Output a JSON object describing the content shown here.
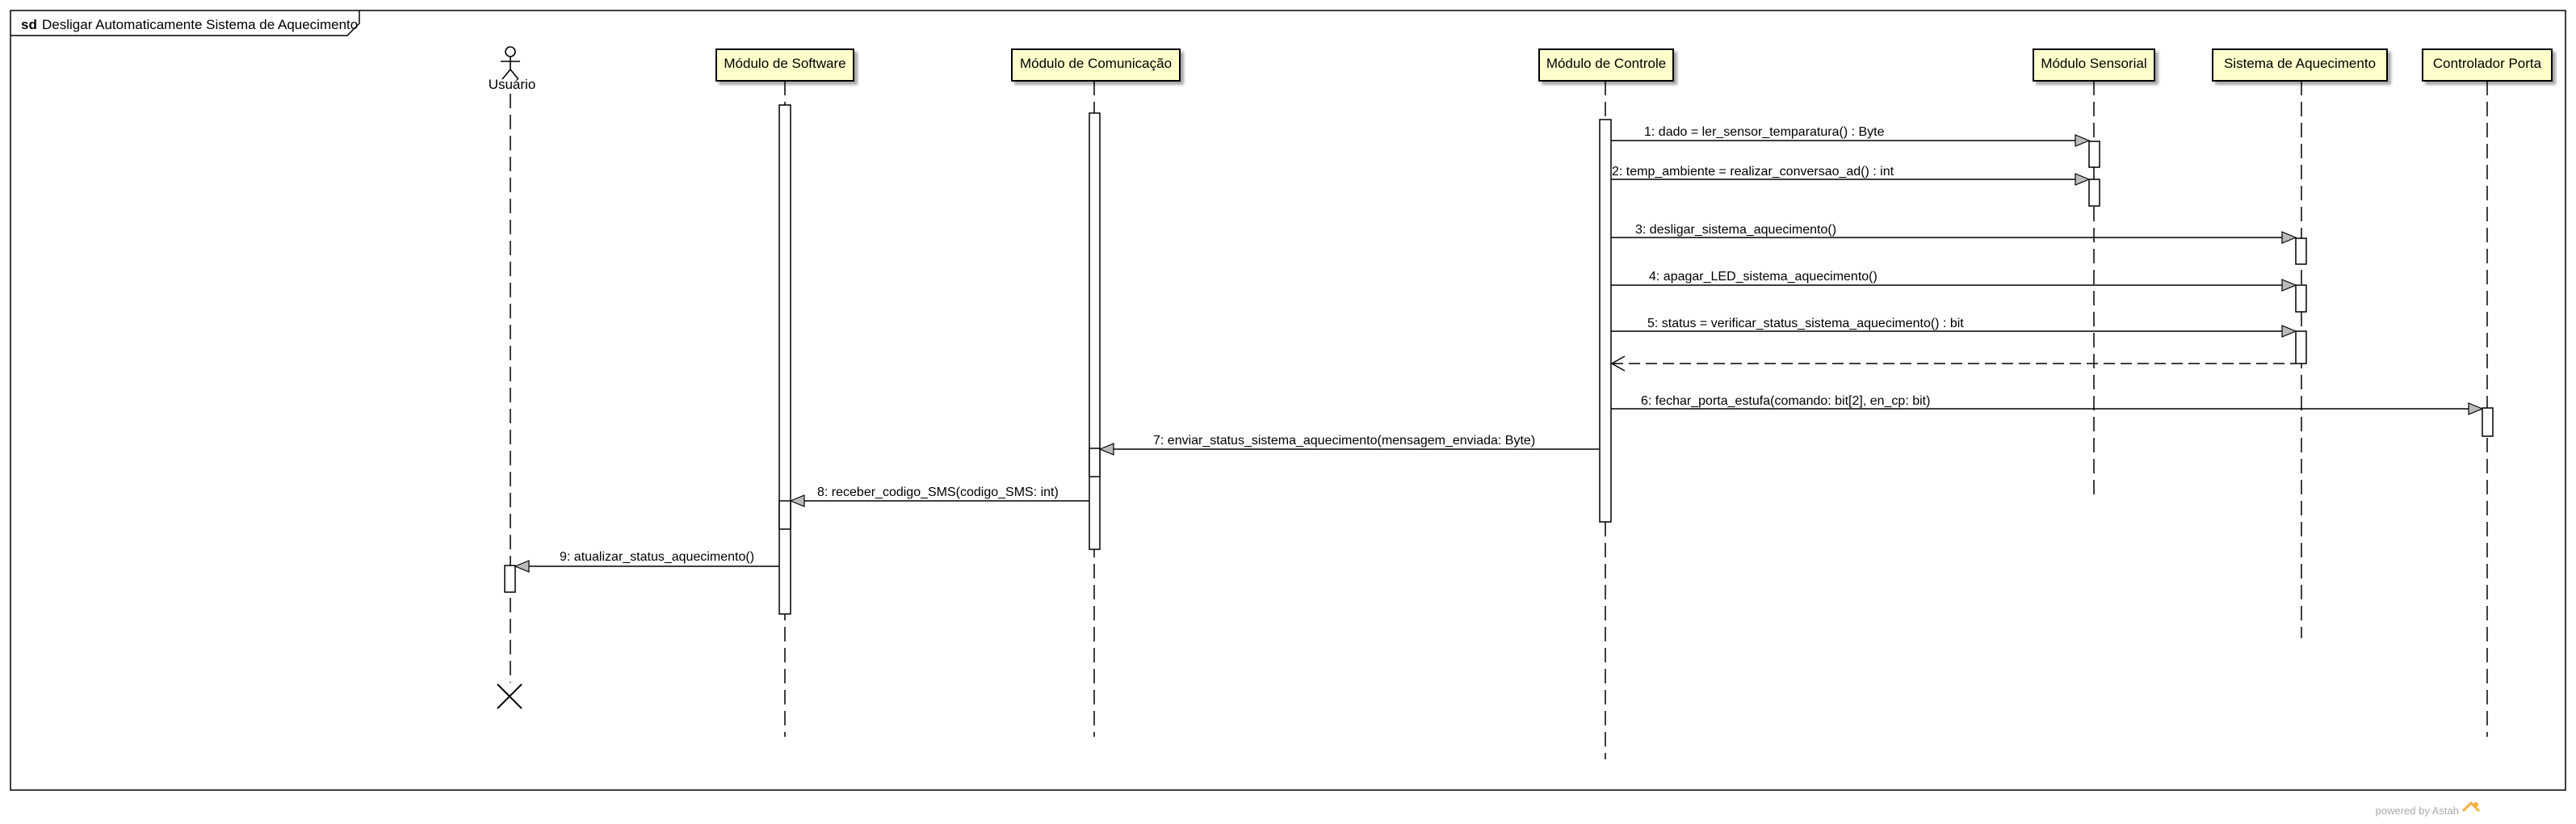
{
  "frame": {
    "keyword": "sd",
    "title": "Desligar Automaticamente Sistema de Aquecimento"
  },
  "actor": {
    "name": "Usuário"
  },
  "lifelines": [
    {
      "id": "software",
      "name": "Módulo de Software"
    },
    {
      "id": "comunicacao",
      "name": "Módulo de Comunicação"
    },
    {
      "id": "controle",
      "name": "Módulo de Controle"
    },
    {
      "id": "sensorial",
      "name": "Módulo Sensorial"
    },
    {
      "id": "aquecimento",
      "name": "Sistema de Aquecimento"
    },
    {
      "id": "porta",
      "name": "Controlador Porta"
    }
  ],
  "messages": [
    {
      "label": "1: dado = ler_sensor_temparatura() : Byte"
    },
    {
      "label": "2: temp_ambiente = realizar_conversao_ad() : int"
    },
    {
      "label": "3: desligar_sistema_aquecimento()"
    },
    {
      "label": "4: apagar_LED_sistema_aquecimento()"
    },
    {
      "label": "5: status = verificar_status_sistema_aquecimento() : bit"
    },
    {
      "label": "6: fechar_porta_estufa(comando: bit[2], en_cp: bit)"
    },
    {
      "label": "7: enviar_status_sistema_aquecimento(mensagem_enviada: Byte)"
    },
    {
      "label": "8: receber_codigo_SMS(codigo_SMS: int)"
    },
    {
      "label": "9: atualizar_status_aquecimento()"
    }
  ],
  "watermark": {
    "text": "powered by Astah"
  },
  "colors": {
    "lifeline_head_fill": "#ffffcc",
    "line": "#000000",
    "watermark": "#aaaaaa",
    "logo_accent": "#f5b041"
  }
}
